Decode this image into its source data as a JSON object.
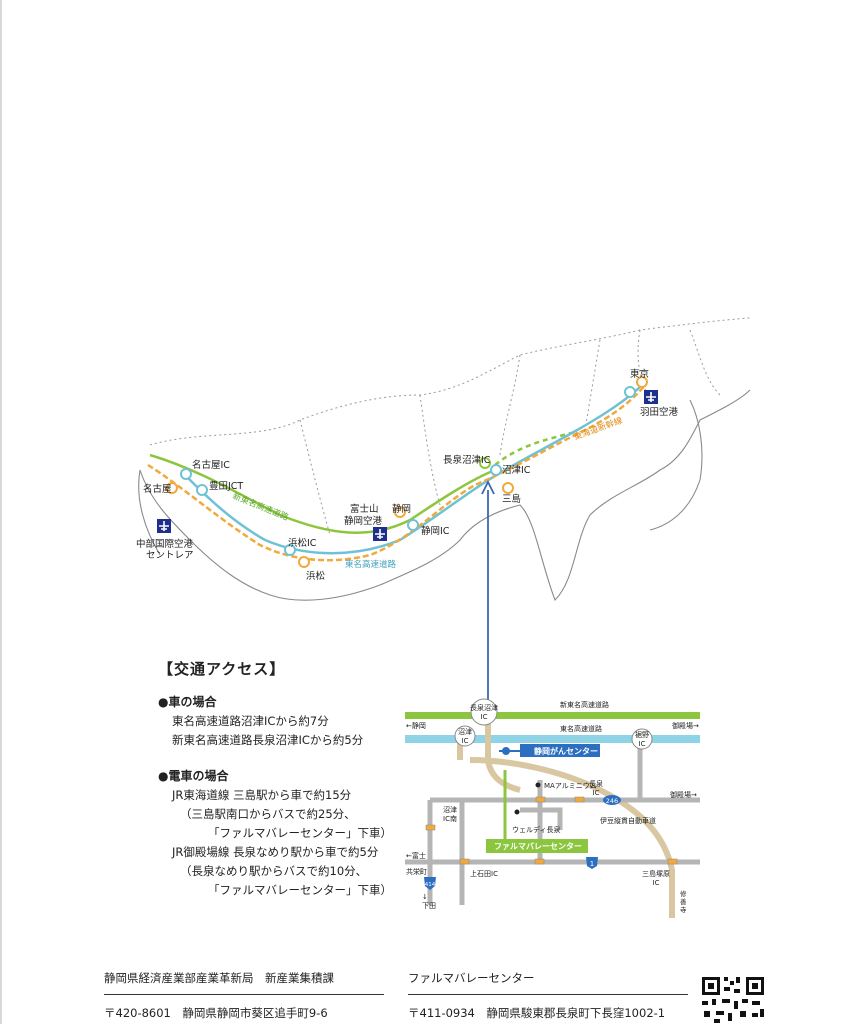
{
  "wide_map": {
    "cities": [
      "名古屋",
      "浜松",
      "静岡",
      "三島",
      "東京"
    ],
    "ics": [
      "名古屋IC",
      "豊田JCT",
      "浜松IC",
      "静岡IC",
      "長泉沼津IC",
      "沼津IC"
    ],
    "airports": [
      "中部国際空港",
      "セントレア",
      "富士山",
      "静岡空港",
      "羽田空港"
    ],
    "routes": {
      "shin_tomei": "新東名高速道路",
      "tomei": "東名高速道路",
      "shinkansen": "東海道新幹線"
    },
    "colors": {
      "shin_tomei": "#8cc63f",
      "tomei": "#6fc2d6",
      "shinkansen": "#f2a93b",
      "airport": "#1f2f8c",
      "arrow": "#3a68b0"
    }
  },
  "access": {
    "heading": "【交通アクセス】",
    "car": {
      "title": "●車の場合",
      "lines": [
        "東名高速道路沼津ICから約7分",
        "新東名高速道路長泉沼津ICから約5分"
      ]
    },
    "train": {
      "title": "●電車の場合",
      "line1": "JR東海道線 三島駅から車で約15分",
      "line2": "（三島駅南口からバスで約25分、",
      "line3": "「ファルマバレーセンター」下車）",
      "line4": "JR御殿場線 長泉なめり駅から車で約5分",
      "line5": "（長泉なめり駅からバスで約10分、",
      "line6": "「ファルマバレーセンター」下車）"
    }
  },
  "local_map": {
    "shin_tomei_label": "新東名高速道路",
    "tomei_label": "東名高速道路",
    "to_shizuoka": "←静岡",
    "to_gotemba": "御殿場→",
    "to_gotemba2": "御殿場→",
    "nagaizumi_ic": [
      "長泉沼津",
      "IC"
    ],
    "numazu_ic": [
      "沼津",
      "IC"
    ],
    "susono_ic": [
      "裾野",
      "IC"
    ],
    "numazu_ic_south": [
      "沼津",
      "IC南"
    ],
    "nagaizumi_ic2": [
      "長泉",
      "IC"
    ],
    "mishima_tsukahara_ic": [
      "三島塚原",
      "IC"
    ],
    "cancer_center": "静岡がんセンター",
    "ma_aluminium": "MAアルミニウム",
    "wellness": "ウェルディ長泉",
    "pharma_valley": "ファルマバレーセンター",
    "izu_jukan": "伊豆縦貫自動車道",
    "kamiishida_ic": "上石田IC",
    "to_fuji": "←富士",
    "kyoei": "共栄町",
    "to_shimoda": [
      "↓",
      "下田"
    ],
    "to_shuzenji": [
      "修",
      "善",
      "寺"
    ],
    "route_246": "246",
    "route_1": "1",
    "route_414": "414"
  },
  "footer": {
    "left_name": "静岡県経済産業部産業革新局　新産業集積課",
    "left_address": "〒420-8601　静岡県静岡市葵区追手町9-6",
    "right_name": "ファルマバレーセンター",
    "right_address": "〒411-0934　静岡県駿東郡長泉町下長窪1002-1"
  }
}
